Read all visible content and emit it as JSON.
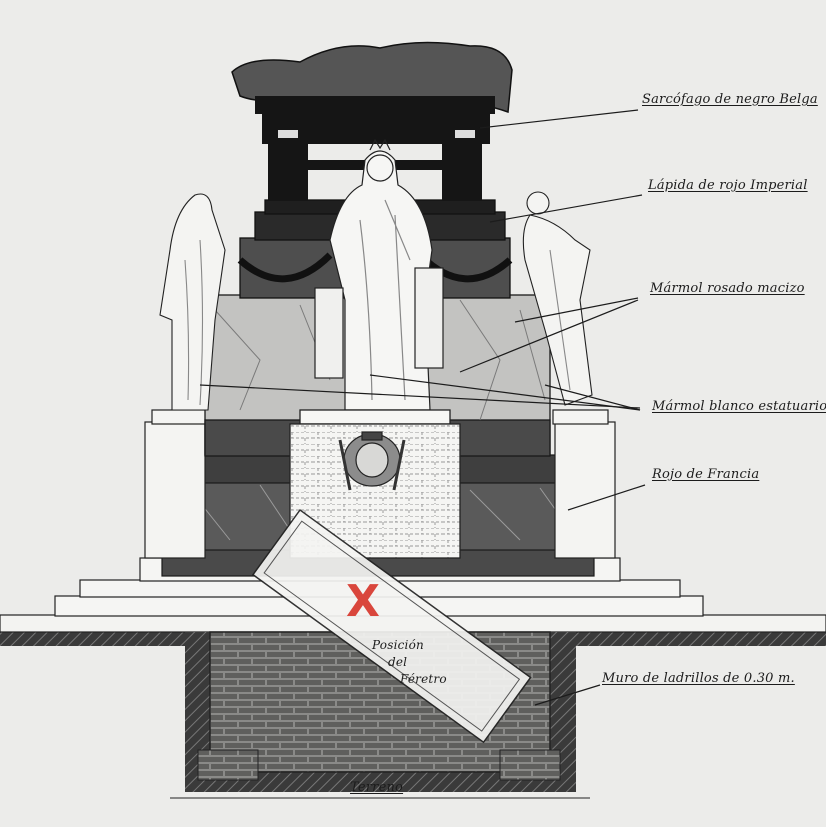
{
  "labels": {
    "sarcofago": "Sarcófago de negro Belga",
    "lapida": "Lápida de rojo Imperial",
    "marmol_rosado": "Mármol rosado macizo",
    "marmol_blanco": "Mármol blanco estatuario",
    "rojo_francia": "Rojo de Francia",
    "posicion_line1": "Posición",
    "posicion_line2": "del",
    "posicion_line3": "Féretro",
    "muro": "Muro de ladrillos de 0.30 m.",
    "terreno": "Terreno"
  },
  "marker": {
    "symbol": "X",
    "color": "#d9463c"
  },
  "colors": {
    "ink": "#1c1c1c",
    "paper": "#ececea",
    "sarcophagus": "#151515",
    "red_marble": "#4b4b4b",
    "pink_marble": "#bdbdbb",
    "white_marble": "#f4f4f2",
    "brick": "#6d6d6b"
  }
}
